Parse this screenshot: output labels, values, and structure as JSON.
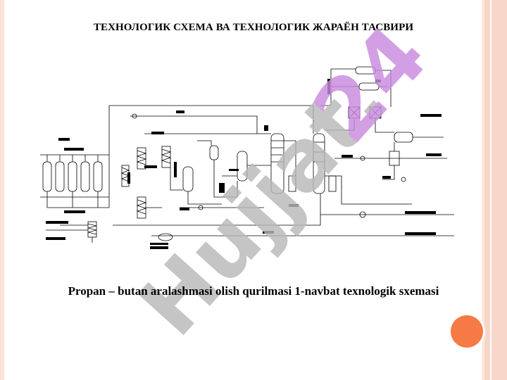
{
  "slide": {
    "heading": "ТЕХНОЛОГИК СХЕМА ВА ТЕХНОЛОГИК ЖАРАЁН ТАСВИРИ",
    "caption": "Propan – butan aralashmasi olish qurilmasi 1-navbat texnologik sxemasi"
  },
  "watermark": {
    "text": "Hujjat.24",
    "color": "#b9b9b9",
    "accent_color": "#c98be0"
  },
  "decor": {
    "circle_color": "#f57a45",
    "border_color": "#f7d6c8"
  }
}
